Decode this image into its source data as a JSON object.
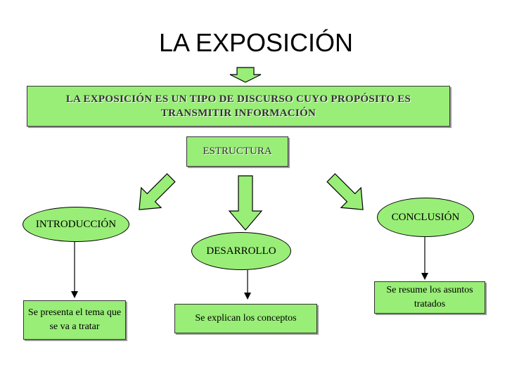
{
  "title": "LA EXPOSICIÓN",
  "definition": "LA EXPOSICIÓN ES UN TIPO DE DISCURSO CUYO PROPÓSITO ES TRANSMITIR INFORMACIÓN",
  "structure_label": "ESTRUCTURA",
  "sections": {
    "intro": {
      "label": "INTRODUCCIÓN",
      "detail": "Se presenta el tema que se va a tratar"
    },
    "development": {
      "label": "DESARROLLO",
      "detail": "Se explican los conceptos"
    },
    "conclusion": {
      "label": "CONCLUSIÓN",
      "detail": "Se resume los asuntos tratados"
    }
  },
  "colors": {
    "node_fill": "#99ee77",
    "shadow": "#9a9a9a"
  }
}
